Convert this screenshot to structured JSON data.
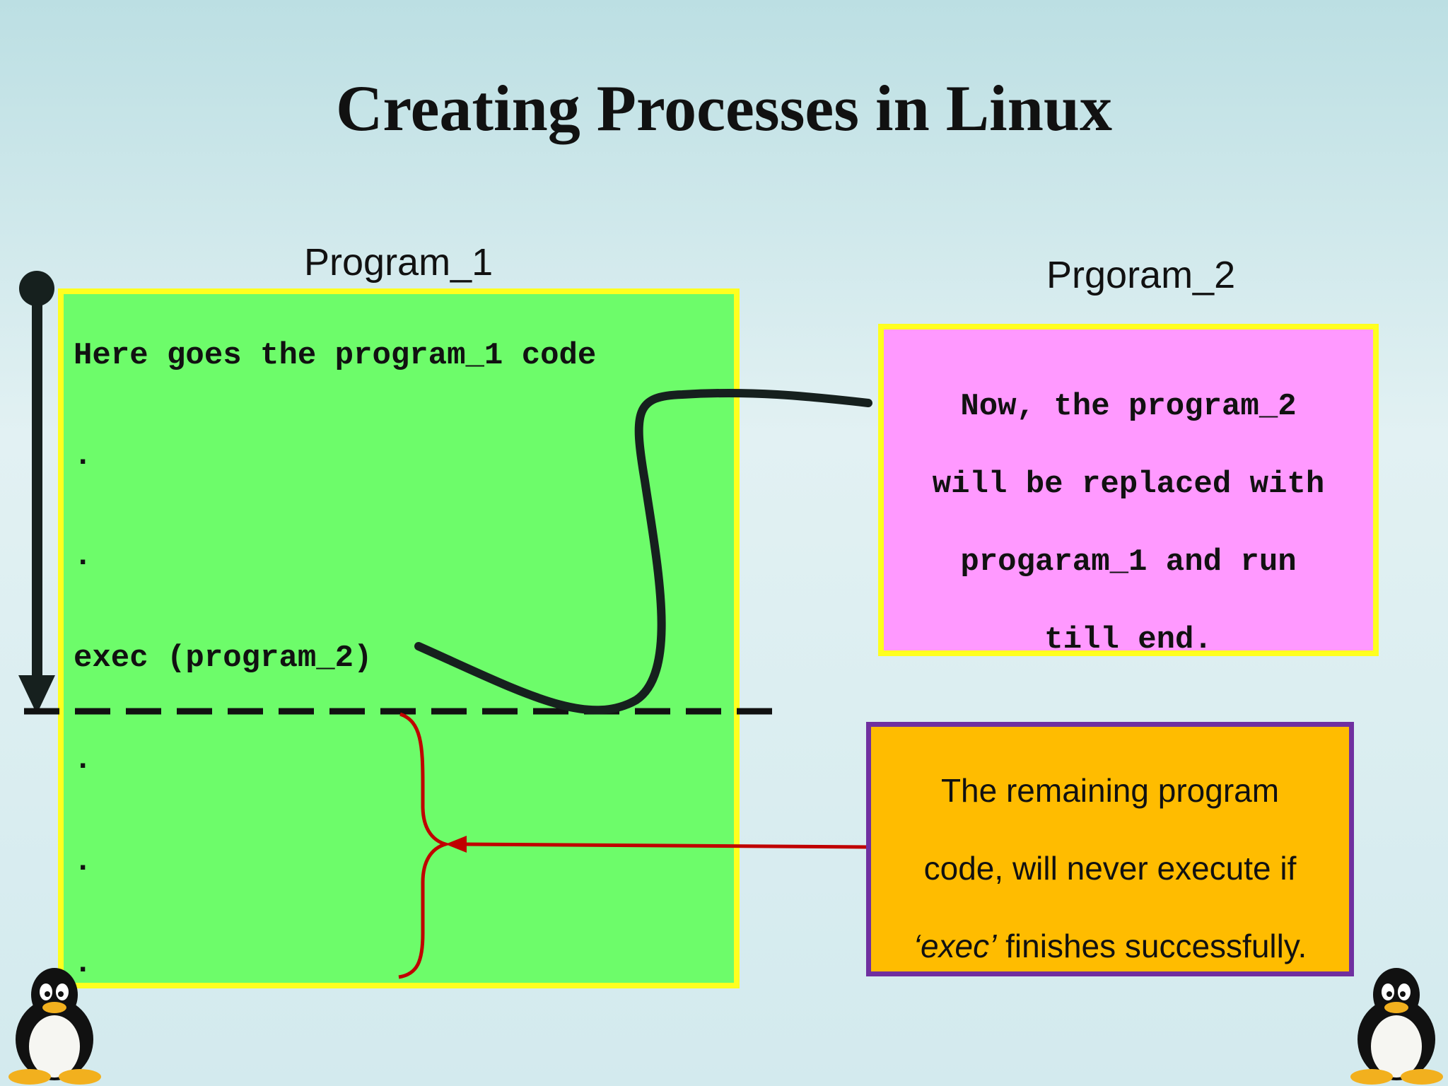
{
  "title": "Creating Processes in Linux",
  "program1": {
    "label": "Program_1",
    "lines": {
      "code_line": "Here goes the program_1 code",
      "dot1": ".",
      "dot2": ".",
      "exec_line": "exec (program_2)",
      "dot3": ".",
      "dot4": ".",
      "dot5": "."
    }
  },
  "program2": {
    "label": "Prgoram_2",
    "lines": [
      "Now, the program_2",
      "will be replaced with",
      "progaram_1 and run",
      "till end."
    ]
  },
  "note": {
    "line1": "The remaining program",
    "line2": "code, will never execute if",
    "line3_em": "‘exec’",
    "line3_rest": " finishes successfully."
  },
  "colors": {
    "program1_fill": "#6dfc6a",
    "program1_border": "#ffff1f",
    "program2_fill": "#ff99ff",
    "program2_border": "#ffff1f",
    "note_fill": "#ffbc00",
    "note_border": "#7030a0",
    "brace_arrow": "#c00000",
    "flow_line": "#16201e"
  },
  "icons": [
    "tux-penguin-icon",
    "execution-flow-arrow-icon"
  ]
}
